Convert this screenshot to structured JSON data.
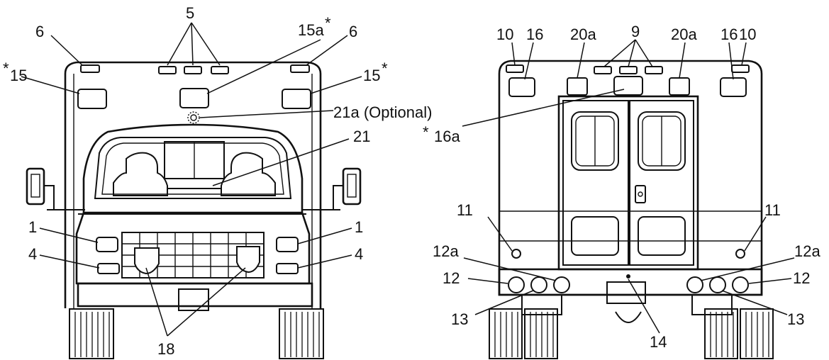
{
  "front_view": {
    "labels": {
      "l5": "5",
      "l6_left": "6",
      "l6_right": "6",
      "l15a": "15a",
      "l15a_star": "*",
      "l15_left_star": "*",
      "l15_left": "15",
      "l15_right": "15",
      "l15_right_star": "*",
      "l21a": "21a (Optional)",
      "l21": "21",
      "l1_left": "1",
      "l1_right": "1",
      "l4_left": "4",
      "l4_right": "4",
      "l18": "18"
    }
  },
  "rear_view": {
    "labels": {
      "l10_left": "10",
      "l16_left": "16",
      "l20a_left": "20a",
      "l9": "9",
      "l20a_right": "20a",
      "l16_right": "16",
      "l10_right": "10",
      "l16a_star": "*",
      "l16a": "16a",
      "l11_left": "11",
      "l11_right": "11",
      "l12a_left": "12a",
      "l12a_right": "12a",
      "l12_left": "12",
      "l12_right": "12",
      "l13_left": "13",
      "l13_right": "13",
      "l14": "14"
    }
  },
  "colors": {
    "ink": "#111111",
    "paper": "#ffffff"
  }
}
